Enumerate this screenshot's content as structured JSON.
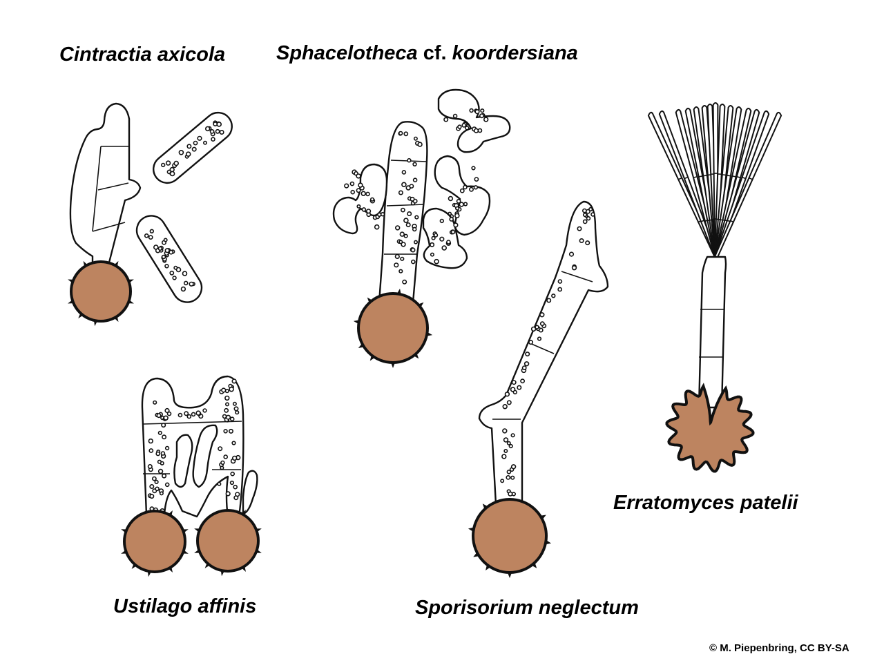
{
  "figure": {
    "colors": {
      "spore_fill": "#bd8460",
      "outline": "#111111",
      "background": "#ffffff"
    },
    "labels": {
      "cintractia": {
        "genus": "Cintractia",
        "epithet": "axicola"
      },
      "sphacelotheca": {
        "genus": "Sphacelotheca",
        "qualifier": "cf.",
        "epithet": "koordersiana"
      },
      "ustilago": {
        "genus": "Ustilago",
        "epithet": "affinis"
      },
      "sporisorium": {
        "genus": "Sporisorium",
        "epithet": "neglectum"
      },
      "erratomyces": {
        "genus": "Erratomyces",
        "epithet": "patelii"
      }
    },
    "credit": "© M. Piepenbring, CC BY-SA"
  }
}
